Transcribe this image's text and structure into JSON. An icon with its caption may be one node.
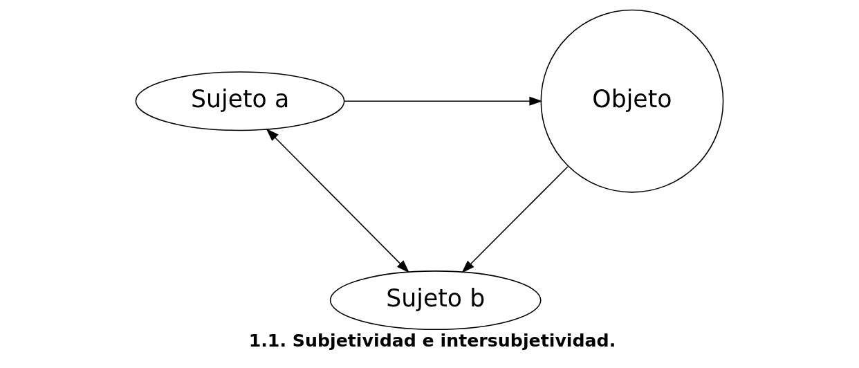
{
  "diagram": {
    "caption": "1.1. Subjetividad e intersubjetividad.",
    "nodes": [
      {
        "text": [
          "Sujeto a"
        ]
      },
      {
        "text": [
          "Objeto"
        ]
      },
      {
        "text": [
          "Sujeto b"
        ]
      }
    ],
    "edges": [
      {
        "from": 0,
        "to": 1,
        "arrow": "to"
      },
      {
        "from": 1,
        "to": 2,
        "arrow": "to"
      },
      {
        "from": 0,
        "to": 2,
        "arrow": "both"
      }
    ]
  }
}
